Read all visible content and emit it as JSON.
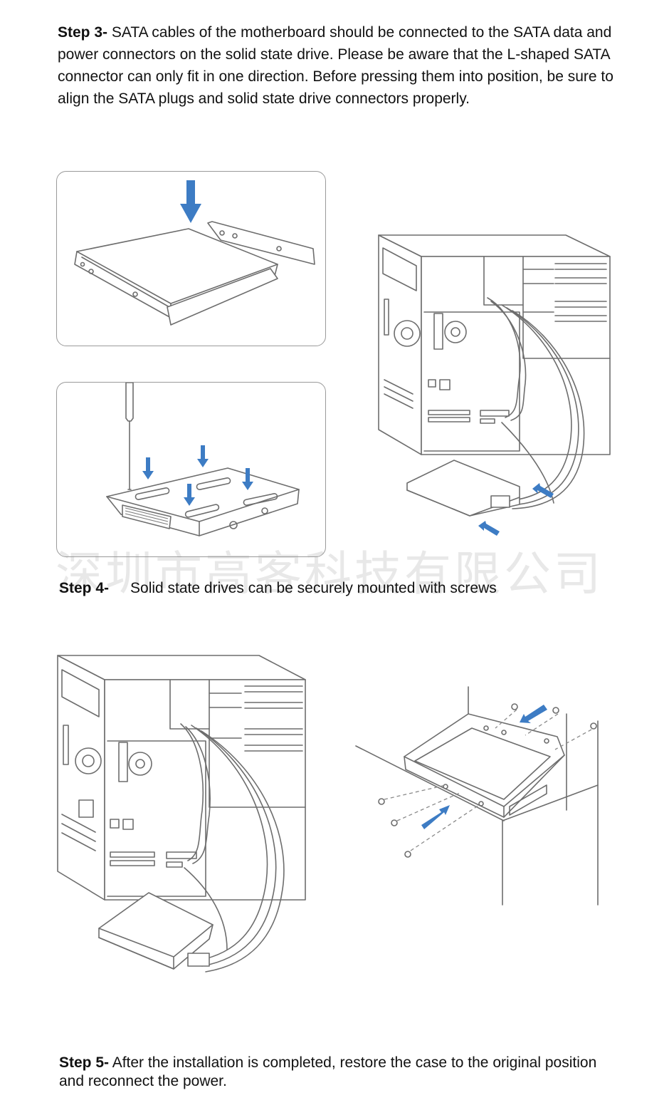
{
  "step3": {
    "label": "Step 3-",
    "text": "SATA cables of the motherboard should be connected to the SATA data and power connectors on the solid state drive. Please be aware that the L-shaped SATA connector can only fit in one direction. Before pressing them into position, be sure to align the SATA plugs and solid state drive connectors properly."
  },
  "watermark": "深圳市高客科技有限公司",
  "step4": {
    "label": "Step 4-",
    "text": "Solid state drives can be securely mounted with screws"
  },
  "step5": {
    "label": "Step 5-",
    "text": "After the installation is completed, restore the case to the original position and reconnect the power."
  },
  "colors": {
    "arrow": "#3d7cc4",
    "line": "#6d6d6d",
    "text": "#111111"
  }
}
